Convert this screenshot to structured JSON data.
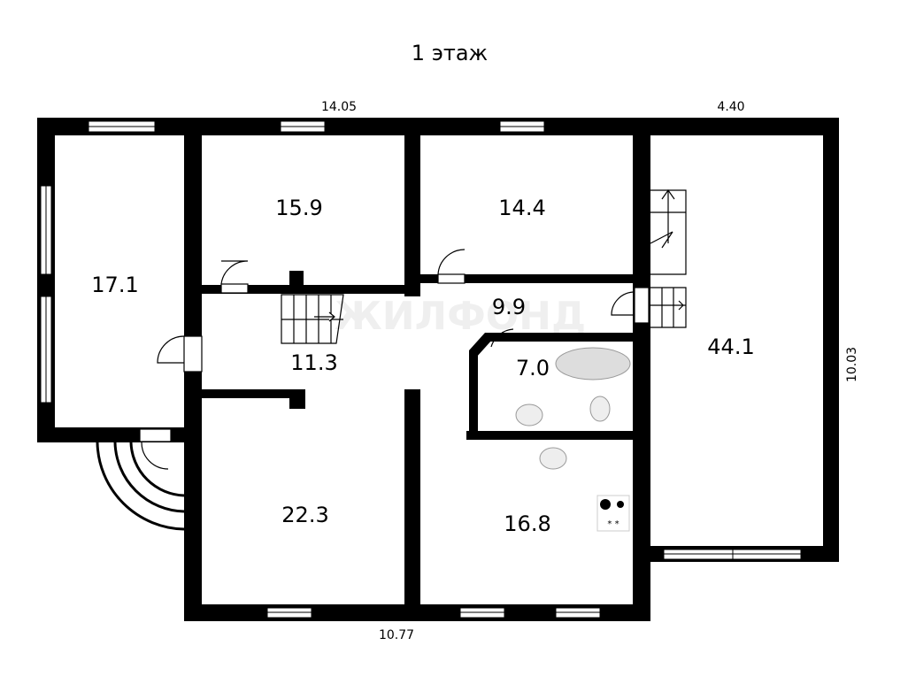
{
  "title": "1 этаж",
  "watermark": "ЖИЛФОНД",
  "dimensions": {
    "top_left": "14.05",
    "top_right": "4.40",
    "right": "10.03",
    "bottom": "10.77"
  },
  "rooms": [
    {
      "id": "left",
      "area": "17.1"
    },
    {
      "id": "top-1",
      "area": "15.9"
    },
    {
      "id": "top-2",
      "area": "14.4"
    },
    {
      "id": "corridor",
      "area": "9.9"
    },
    {
      "id": "hall",
      "area": "11.3"
    },
    {
      "id": "bathroom",
      "area": "7.0"
    },
    {
      "id": "large",
      "area": "44.1"
    },
    {
      "id": "bottom-left",
      "area": "22.3"
    },
    {
      "id": "kitchen",
      "area": "16.8"
    }
  ]
}
